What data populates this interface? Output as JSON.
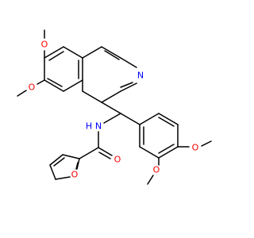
{
  "colors": {
    "bond": "#000000",
    "oxygen": "#ff0000",
    "nitrogen": "#0000ff",
    "background": "#ffffff"
  },
  "atom_labels": {
    "O_methoxy_6": "O",
    "O_methoxy_7": "O",
    "N_isoquinoline": "N",
    "N_amide": "N",
    "H_amide": "H",
    "O_carbonyl": "O",
    "O_furan": "O",
    "O_methoxy_4p": "O",
    "O_methoxy_3p": "O"
  }
}
